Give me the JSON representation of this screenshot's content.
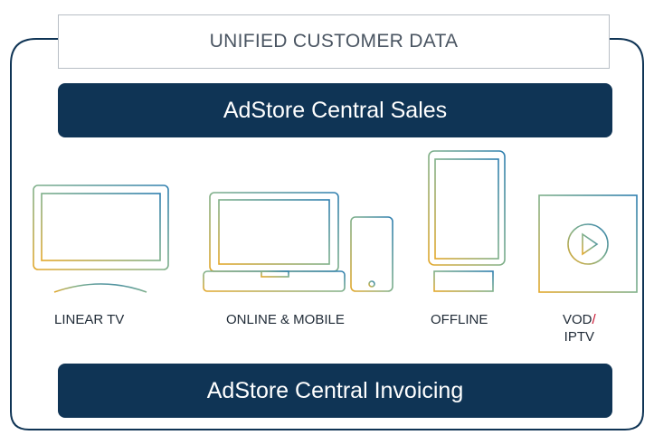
{
  "header": {
    "title": "UNIFIED CUSTOMER DATA"
  },
  "bars": {
    "sales": "AdStore Central Sales",
    "invoicing": "AdStore Central Invoicing"
  },
  "channels": [
    {
      "label": "LINEAR TV",
      "icon": "tv-icon"
    },
    {
      "label": "ONLINE & MOBILE",
      "icon": "laptop-phone-icon"
    },
    {
      "label": "OFFLINE",
      "icon": "tablet-icon"
    },
    {
      "label_part1": "VOD",
      "label_slash": "/",
      "label_part2": "IPTV",
      "icon": "video-player-icon"
    }
  ],
  "colors": {
    "navy": "#0f3455",
    "frame": "#0f3455",
    "gradient_start": "#e3a82b",
    "gradient_mid": "#7fb08a",
    "gradient_end": "#2f7fb0",
    "accent": "#c8102e"
  }
}
